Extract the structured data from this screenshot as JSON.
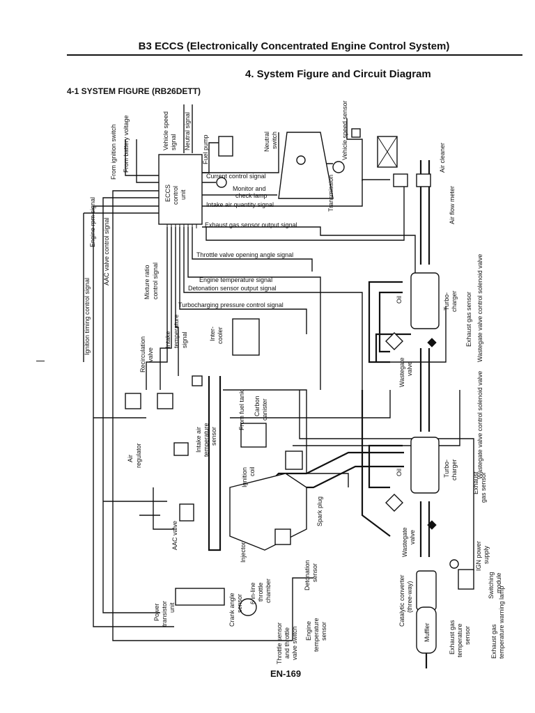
{
  "header": {
    "title": "B3 ECCS (Electronically Concentrated Engine Control System)",
    "section": "4. System Figure and Circuit Diagram",
    "subsection": "4-1 SYSTEM FIGURE (RB26DETT)"
  },
  "page_number": "EN-169",
  "signals": {
    "current_control": "Current control signal",
    "monitor_lamp": "Monitor and",
    "check_lamp": "check lamp",
    "intake_air_quantity": "Intake air quantity signal",
    "exhaust_gas_output": "Exhaust gas sensor output signal",
    "throttle_opening": "Throttle valve opening angle signal",
    "engine_temperature": "Engine temperature signal",
    "detonation_output": "Detonation sensor output signal",
    "turbocharging_pressure": "Turbocharging pressure control signal"
  },
  "vertical_labels": {
    "ignition_switch": "From ignition switch",
    "battery_voltage": "From battery voltage",
    "vehicle_speed_signal_1": "Vehicle speed",
    "vehicle_speed_signal_2": "signal",
    "neutral_signal": "Neutral signal",
    "fuel_pump": "Fuel pump",
    "neutral_switch_1": "Neutral",
    "neutral_switch_2": "switch",
    "vehicle_speed_sensor": "Vehicle speed sensor",
    "transmission": "Transmission",
    "air_cleaner": "Air cleaner",
    "air_flow_meter": "Air flow meter",
    "engine_rpm": "Engine rpm signal",
    "aac_control": "AAC valve control signal",
    "ignition_timing": "Ignition timing control signal",
    "mixture_ratio_1": "Mixture ratio",
    "mixture_ratio_2": "control signal",
    "eccs_1": "ECCS",
    "eccs_2": "control",
    "eccs_3": "unit",
    "oil_1": "Oil",
    "turbo_1a": "Turbo-",
    "turbo_1b": "charger",
    "exhaust_sensor_1": "Exhaust gas sensor",
    "wastegate_solenoid_1": "Wastegate valve control solenoid valve",
    "wastegate_solenoid_2": "Wastegate valve control solenoid valve",
    "recirculation_1": "Recirculation",
    "recirculation_2": "valve",
    "intake_temp_1": "Intake",
    "intake_temp_2": "temperature",
    "intake_temp_3": "signal",
    "intercooler_1": "Inter-",
    "intercooler_2": "cooler",
    "wastegate_1a": "Wastegate",
    "wastegate_1b": "valve",
    "fuel_tank": "From fuel tank",
    "carbon_1": "Carbon",
    "carbon_2": "canister",
    "air_regulator_1": "Air",
    "air_regulator_2": "regulator",
    "intake_air_sensor_1": "Intake air",
    "intake_air_sensor_2": "temperature",
    "intake_air_sensor_3": "sensor",
    "ignition_coil_1": "Ignition",
    "ignition_coil_2": "coil",
    "oil_2": "Oil",
    "turbo_2a": "Turbo-",
    "turbo_2b": "charger",
    "exhaust_sensor_2a": "Exhaust",
    "exhaust_sensor_2b": "gas sensor",
    "aac_valve": "AAC valve",
    "injector": "Injector",
    "spark_plug": "Spark plug",
    "wastegate_2a": "Wastegate",
    "wastegate_2b": "valve",
    "ign_power_1": "IGN power",
    "ign_power_2": "supply",
    "detonation_sensor_1": "Detonation",
    "detonation_sensor_2": "sensor",
    "catalytic_1": "Catalytic converter",
    "catalytic_2": "(three-way)",
    "switching_1": "Switching",
    "switching_2": "module",
    "power_transistor_1": "Power",
    "power_transistor_2": "transistor",
    "power_transistor_3": "unit",
    "crank_angle_1": "Crank angle",
    "crank_angle_2": "sensor",
    "throttle_chamber_1": "6 in-line",
    "throttle_chamber_2": "throttle",
    "throttle_chamber_3": "chamber",
    "throttle_sensor_1": "Throttle sensor",
    "throttle_sensor_2": "and throttle",
    "throttle_sensor_3": "valve switch",
    "engine_temp_sensor_1": "Engine",
    "engine_temp_sensor_2": "temperature",
    "engine_temp_sensor_3": "sensor",
    "muffler": "Muffler",
    "exhaust_temp_sensor_1": "Exhaust gas",
    "exhaust_temp_sensor_2": "temperature",
    "exhaust_temp_sensor_3": "sensor",
    "exhaust_temp_lamp_1": "Exhaust gas",
    "exhaust_temp_lamp_2": "temperature warning lamp"
  }
}
